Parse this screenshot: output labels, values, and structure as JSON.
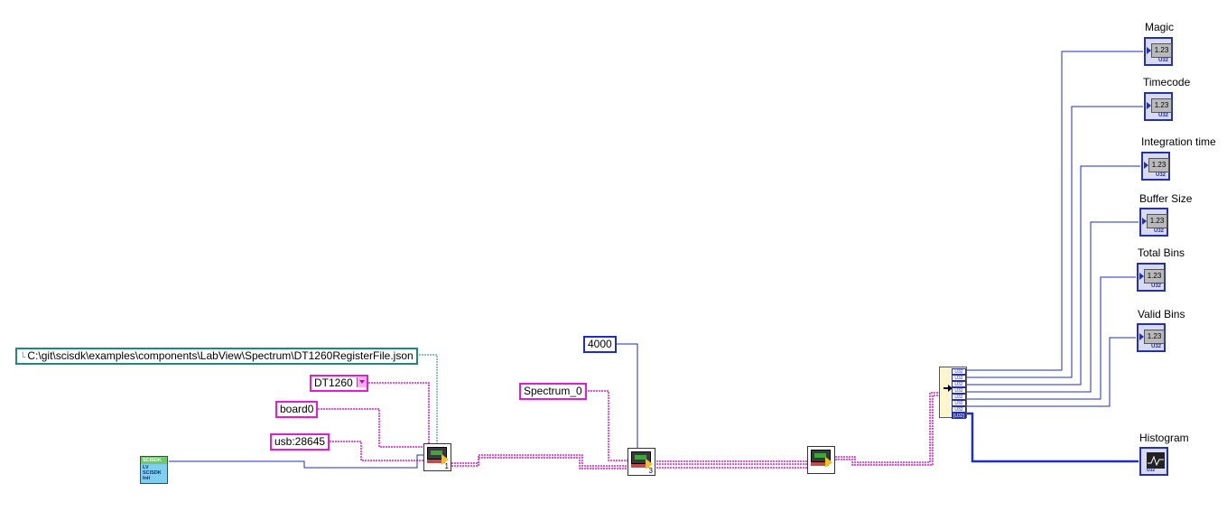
{
  "constants": {
    "register_file_path": "C:\\git\\scisdk\\examples\\components\\LabView\\Spectrum\\DT1260RegisterFile.json",
    "model": "DT1260",
    "board_name": "board0",
    "connection": "usb:28645",
    "spectrum_name": "Spectrum_0",
    "timeout": "4000"
  },
  "nodes": {
    "init_text": [
      "SCISDK",
      "LV",
      "SCISDK",
      "Init"
    ],
    "add_device_index": "1",
    "read_index": "3",
    "unbundle_terms": [
      "U32",
      "U32",
      "U32",
      "U32",
      "U32",
      "U32",
      "U32",
      "[U32]"
    ]
  },
  "indicators": [
    {
      "label": "Magic",
      "type": "U32",
      "display": "1.23"
    },
    {
      "label": "Timecode",
      "type": "U32",
      "display": "1.23"
    },
    {
      "label": "Integration time",
      "type": "U32",
      "display": "1.23"
    },
    {
      "label": "Buffer Size",
      "type": "U32",
      "display": "1.23"
    },
    {
      "label": "Total Bins",
      "type": "U32",
      "display": "1.23"
    },
    {
      "label": "Valid Bins",
      "type": "U32",
      "display": "1.23"
    }
  ],
  "histogram": {
    "label": "Histogram",
    "type": "U32"
  },
  "colors": {
    "string_wire": "#e619d6",
    "path_wire": "#1f8a7a",
    "numeric_wire": "#1c2ec7",
    "background": "#ffffff"
  }
}
